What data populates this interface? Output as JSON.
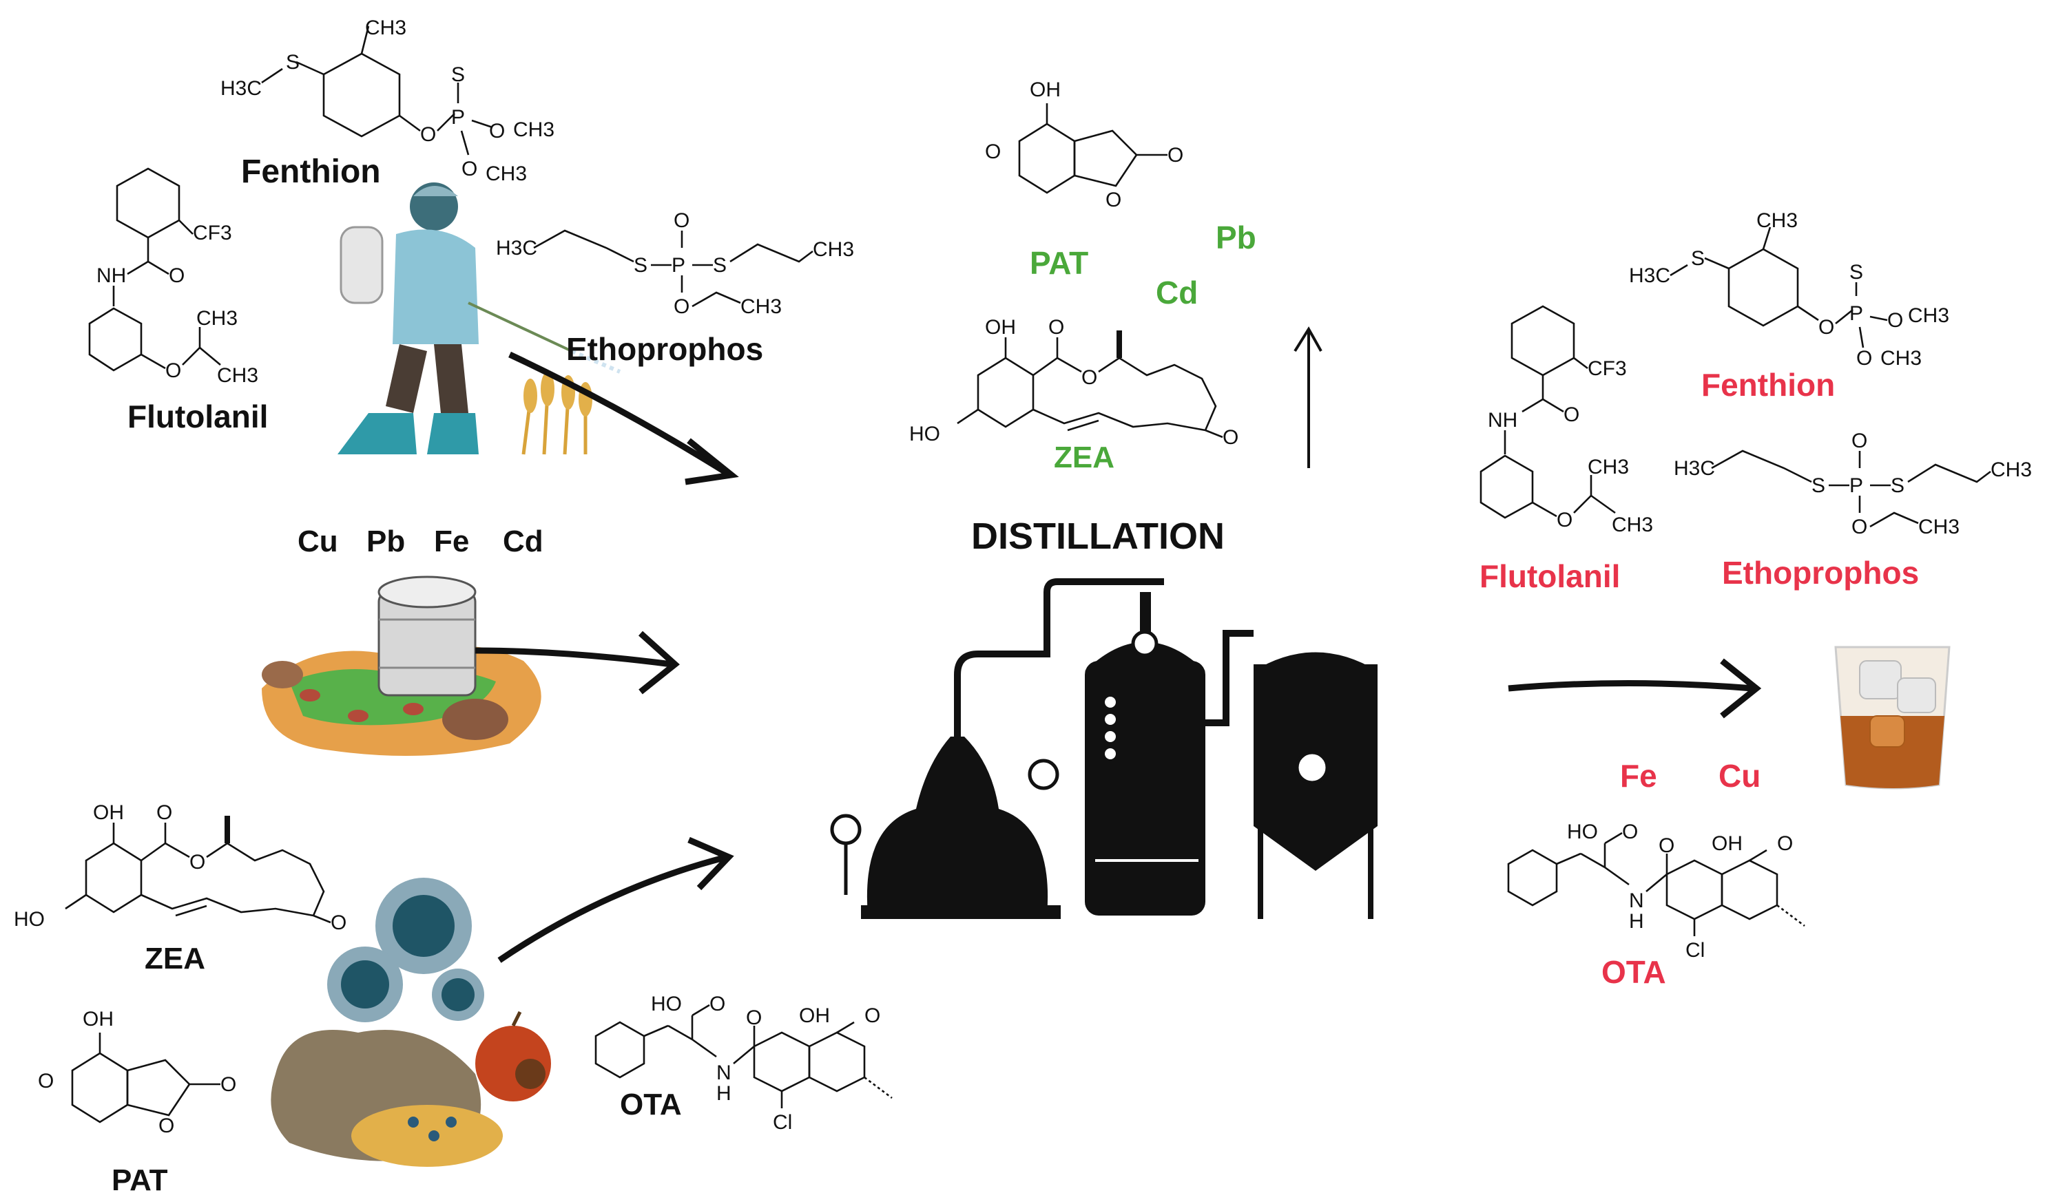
{
  "colors": {
    "input_label": "#111111",
    "distillate_label": "#4aa83a",
    "product_label": "#e8334a",
    "ink": "#111111"
  },
  "inputs": {
    "pesticides": {
      "fenthion": "Fenthion",
      "flutolanil": "Flutolanil",
      "ethoprophos": "Ethoprophos"
    },
    "metals": {
      "cu": "Cu",
      "pb": "Pb",
      "fe": "Fe",
      "cd": "Cd"
    },
    "mycotoxins": {
      "zea": "ZEA",
      "pat": "PAT",
      "ota": "OTA"
    }
  },
  "process": {
    "title": "DISTILLATION"
  },
  "distillate_residue": {
    "pat": "PAT",
    "pb": "Pb",
    "cd": "Cd",
    "zea": "ZEA"
  },
  "product": {
    "fenthion": "Fenthion",
    "flutolanil": "Flutolanil",
    "ethoprophos": "Ethoprophos",
    "fe": "Fe",
    "cu": "Cu",
    "ota": "OTA"
  },
  "atoms": {
    "ch3": "CH3",
    "h3c": "H3C",
    "s": "S",
    "p": "P",
    "o": "O",
    "cf3": "CF3",
    "nh": "NH",
    "oh": "OH",
    "ho": "HO",
    "cl": "Cl",
    "n": "N",
    "h": "H"
  },
  "icons": [
    "farmer-sprayer-icon",
    "wheat-icon",
    "contaminated-soil-keg-icon",
    "mold-spores-icon",
    "grain-sack-icon",
    "rotten-apple-icon",
    "distillery-still-icon",
    "whisky-glass-icon"
  ]
}
